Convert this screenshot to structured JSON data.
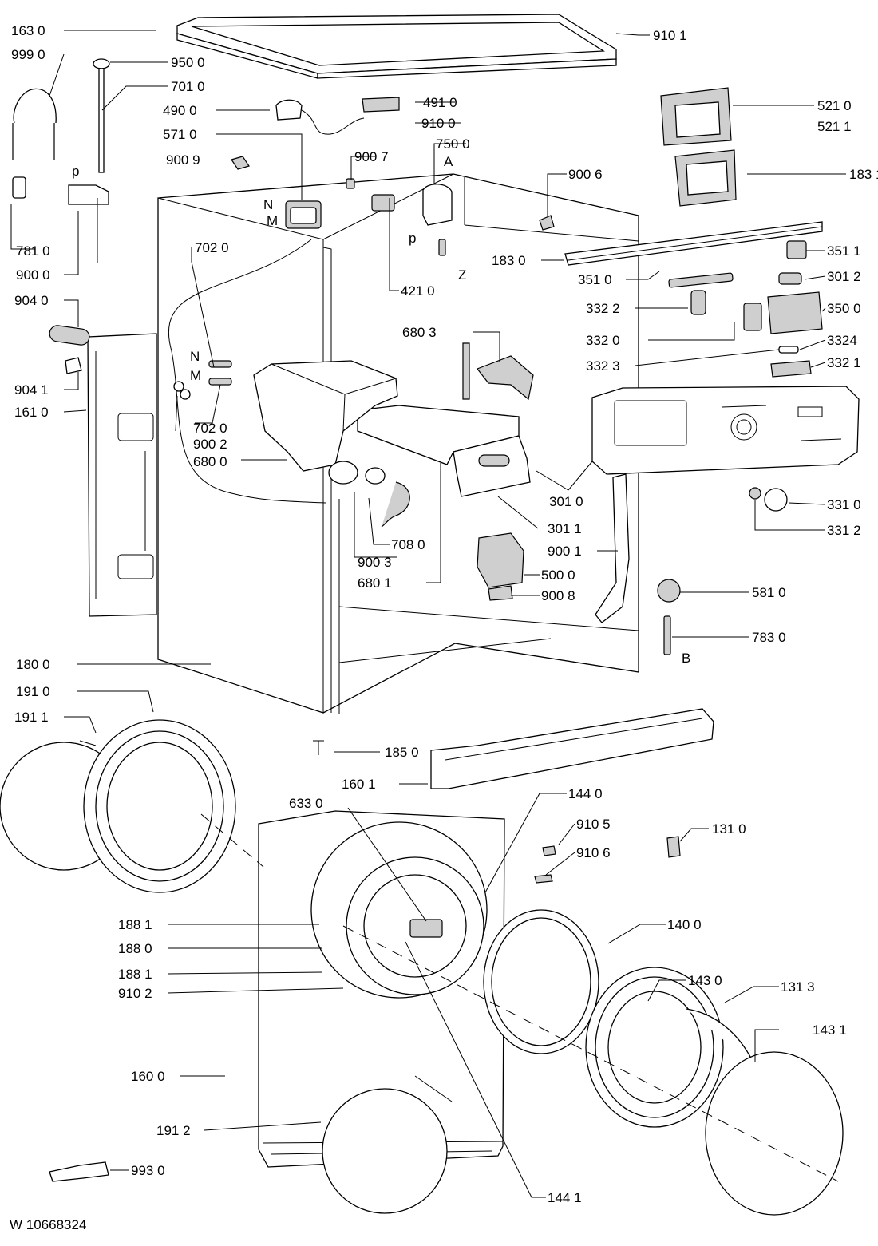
{
  "document_code": "W 10668324",
  "callouts": [
    {
      "id": "c1630",
      "label": "163 0"
    },
    {
      "id": "c9990",
      "label": "999 0"
    },
    {
      "id": "c9500",
      "label": "950 0"
    },
    {
      "id": "c7010",
      "label": "701 0"
    },
    {
      "id": "c4900",
      "label": "490 0"
    },
    {
      "id": "c4910",
      "label": "491 0"
    },
    {
      "id": "c9100",
      "label": "910 0"
    },
    {
      "id": "c5710",
      "label": "571 0"
    },
    {
      "id": "c7500",
      "label": "750 0"
    },
    {
      "id": "c9009",
      "label": "900 9"
    },
    {
      "id": "c9007",
      "label": "900 7"
    },
    {
      "id": "c9006",
      "label": "900 6"
    },
    {
      "id": "c9101",
      "label": "910 1"
    },
    {
      "id": "c5210",
      "label": "521 0"
    },
    {
      "id": "c5211",
      "label": "521 1"
    },
    {
      "id": "c1831",
      "label": "183 1"
    },
    {
      "id": "c1830",
      "label": "183 0"
    },
    {
      "id": "c3511",
      "label": "351 1"
    },
    {
      "id": "c3510",
      "label": "351 0"
    },
    {
      "id": "c3012",
      "label": "301 2"
    },
    {
      "id": "c3322",
      "label": "332 2"
    },
    {
      "id": "c3500",
      "label": "350 0"
    },
    {
      "id": "c3320",
      "label": "332 0"
    },
    {
      "id": "c3324",
      "label": "3324"
    },
    {
      "id": "c3323",
      "label": "332 3"
    },
    {
      "id": "c3321",
      "label": "332 1"
    },
    {
      "id": "c7810",
      "label": "781 0"
    },
    {
      "id": "c9000",
      "label": "900 0"
    },
    {
      "id": "c4210",
      "label": "421 0"
    },
    {
      "id": "c7020a",
      "label": "702 0"
    },
    {
      "id": "c7020b",
      "label": "702 0"
    },
    {
      "id": "c9040",
      "label": "904 0"
    },
    {
      "id": "c9041",
      "label": "904 1"
    },
    {
      "id": "c1610",
      "label": "161 0"
    },
    {
      "id": "c6803",
      "label": "680 3"
    },
    {
      "id": "c9002",
      "label": "900 2"
    },
    {
      "id": "c6800",
      "label": "680 0"
    },
    {
      "id": "c3010",
      "label": "301 0"
    },
    {
      "id": "c3011",
      "label": "301 1"
    },
    {
      "id": "c3310",
      "label": "331 0"
    },
    {
      "id": "c3312",
      "label": "331 2"
    },
    {
      "id": "c7080",
      "label": "708 0"
    },
    {
      "id": "c9003",
      "label": "900 3"
    },
    {
      "id": "c6801",
      "label": "680 1"
    },
    {
      "id": "c9001",
      "label": "900 1"
    },
    {
      "id": "c5000",
      "label": "500 0"
    },
    {
      "id": "c9008",
      "label": "900 8"
    },
    {
      "id": "c5810",
      "label": "581 0"
    },
    {
      "id": "c7830",
      "label": "783 0"
    },
    {
      "id": "c1800",
      "label": "180 0"
    },
    {
      "id": "c1910",
      "label": "191 0"
    },
    {
      "id": "c1911",
      "label": "191 1"
    },
    {
      "id": "c1850",
      "label": "185 0"
    },
    {
      "id": "c1601",
      "label": "160 1"
    },
    {
      "id": "c6330",
      "label": "633 0"
    },
    {
      "id": "c1440",
      "label": "144 0"
    },
    {
      "id": "c9105",
      "label": "910 5"
    },
    {
      "id": "c9106",
      "label": "910 6"
    },
    {
      "id": "c1310",
      "label": "131 0"
    },
    {
      "id": "c1881a",
      "label": "188 1"
    },
    {
      "id": "c1880",
      "label": "188 0"
    },
    {
      "id": "c1881b",
      "label": "188 1"
    },
    {
      "id": "c9102",
      "label": "910 2"
    },
    {
      "id": "c1400",
      "label": "140 0"
    },
    {
      "id": "c1430",
      "label": "143 0"
    },
    {
      "id": "c1313",
      "label": "131 3"
    },
    {
      "id": "c1431",
      "label": "143 1"
    },
    {
      "id": "c1600",
      "label": "160 0"
    },
    {
      "id": "c1912",
      "label": "191 2"
    },
    {
      "id": "c9930",
      "label": "993 0"
    },
    {
      "id": "c1441",
      "label": "144 1"
    }
  ],
  "markers": [
    {
      "id": "mN1",
      "label": "N"
    },
    {
      "id": "mM1",
      "label": "M"
    },
    {
      "id": "mN2",
      "label": "N"
    },
    {
      "id": "mM2",
      "label": "M"
    },
    {
      "id": "mA",
      "label": "A"
    },
    {
      "id": "mP1",
      "label": "p"
    },
    {
      "id": "mP2",
      "label": "p"
    },
    {
      "id": "mZ",
      "label": "Z"
    },
    {
      "id": "mB",
      "label": "B"
    }
  ]
}
